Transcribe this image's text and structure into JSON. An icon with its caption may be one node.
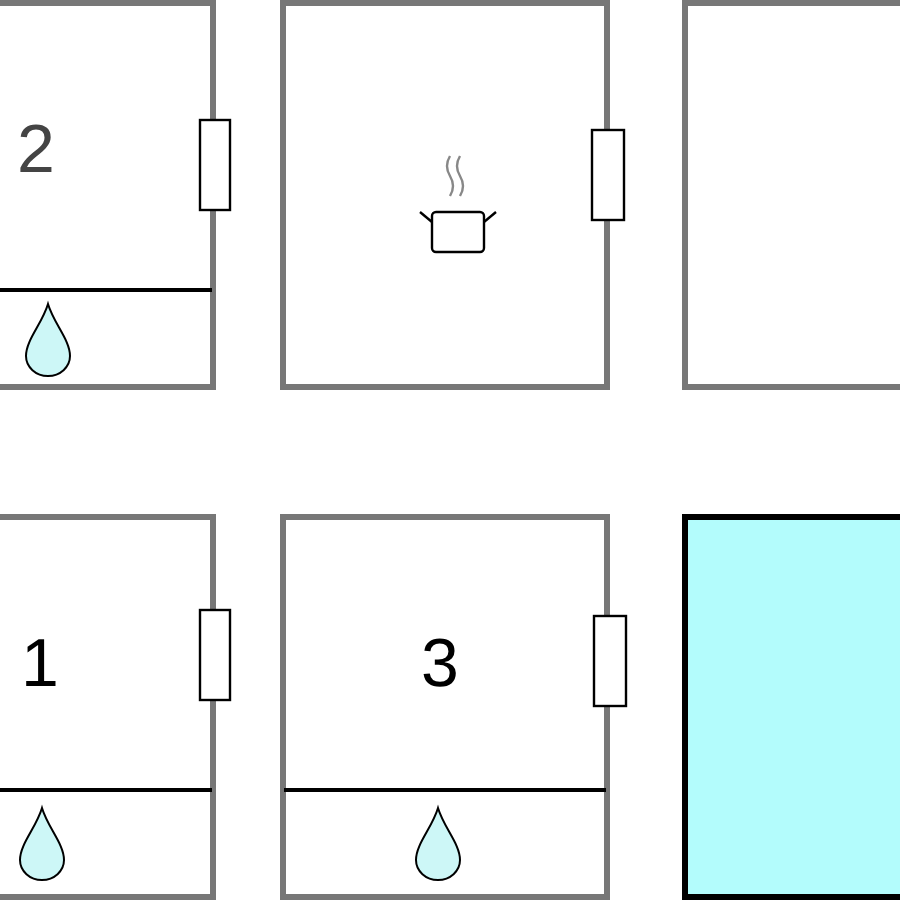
{
  "diagram": {
    "nodes": [
      {
        "text": [
          "2"
        ]
      },
      {
        "text": [],
        "shape": "box"
      },
      {
        "text": [],
        "shape": "box"
      },
      {
        "text": [
          "1"
        ]
      },
      {
        "text": [
          "3"
        ]
      },
      {
        "text": [],
        "shape": "box"
      }
    ]
  }
}
